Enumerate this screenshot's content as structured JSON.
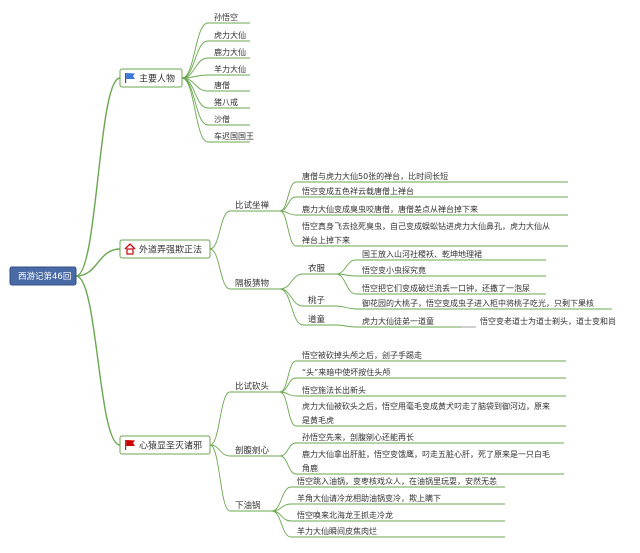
{
  "root": {
    "label": "西游记第46回"
  },
  "colors": {
    "green": "#6aa84f",
    "blue": "#3c78d8",
    "red": "#cc0000",
    "rootbg": "#4a6aa5"
  },
  "branches": [
    {
      "label": "主要人物",
      "icon": "flag-icon",
      "icon_color": "blue",
      "items": [
        "孙悟空",
        "虎力大仙",
        "鹿力大仙",
        "羊力大仙",
        "唐僧",
        "猪八戒",
        "沙僧",
        "车迟国国王"
      ]
    },
    {
      "label": "外道弄强欺正法",
      "icon": "house-icon",
      "icon_color": "red",
      "subs": [
        {
          "label": "比试坐禅",
          "items": [
            [
              "唐僧与虎力大仙50张的禅台，比时间长短"
            ],
            [
              "悟空变成五色祥云载唐僧上禅台"
            ],
            [
              "鹿力大仙变成臭虫咬唐僧，唐僧差点从禅台掉下来"
            ],
            [
              "悟空真身飞去捻死臭虫，自己变成蜈蚣钻进虎力大仙鼻孔，虎力大仙从",
              "禅台上掉下来"
            ]
          ]
        },
        {
          "label": "隔板猜物",
          "children": [
            {
              "label": "衣服",
              "items": [
                "国王放入山河社稷袄、乾坤地理裙",
                "悟空变小虫探究竟",
                "悟空把它们变成破烂流丢一口钟，还撒了一泡尿"
              ]
            },
            {
              "label": "桃子",
              "items": [
                "御花园的大桃子，悟空变成虫子进入柜中将桃子吃光，只剩下果核"
              ]
            },
            {
              "label": "道童",
              "items": [
                "虎力大仙徒弟一道童"
              ],
              "tail": "悟空变老道士为道士剃头，道士变和尚"
            }
          ]
        }
      ]
    },
    {
      "label": "心猿显圣灭诸邪",
      "icon": "flag-icon",
      "icon_color": "red",
      "subs": [
        {
          "label": "比试砍头",
          "items": [
            [
              "悟空被砍掉头颅之后，刽子手踢走"
            ],
            [
              "“头”来暗中使坏按住头颅"
            ],
            [
              "悟空施法长出新头"
            ],
            [
              "虎力大仙被砍头之后，悟空用毫毛变成黄犬叼走了脑袋到御河边，原来",
              "是黄毛虎"
            ]
          ]
        },
        {
          "label": "剖腹剜心",
          "items": [
            [
              "孙悟空先来，剖腹剜心还能再长"
            ],
            [
              "鹿力大仙拿出肝脏，悟空变饿鹰，叼走五脏心肝，死了原来是一只白毛",
              "角鹿"
            ]
          ]
        },
        {
          "label": "下油锅",
          "items": [
            [
              "悟空跳入油锅，变枣核戏众人，在油锅里玩耍，安然无恙"
            ],
            [
              "羊角大仙请冷龙相助油锅变冷，欺上瞒下"
            ],
            [
              "悟空唤来北海龙王抓走冷龙"
            ],
            [
              "羊力大仙瞬间皮焦肉烂"
            ]
          ]
        }
      ]
    }
  ]
}
